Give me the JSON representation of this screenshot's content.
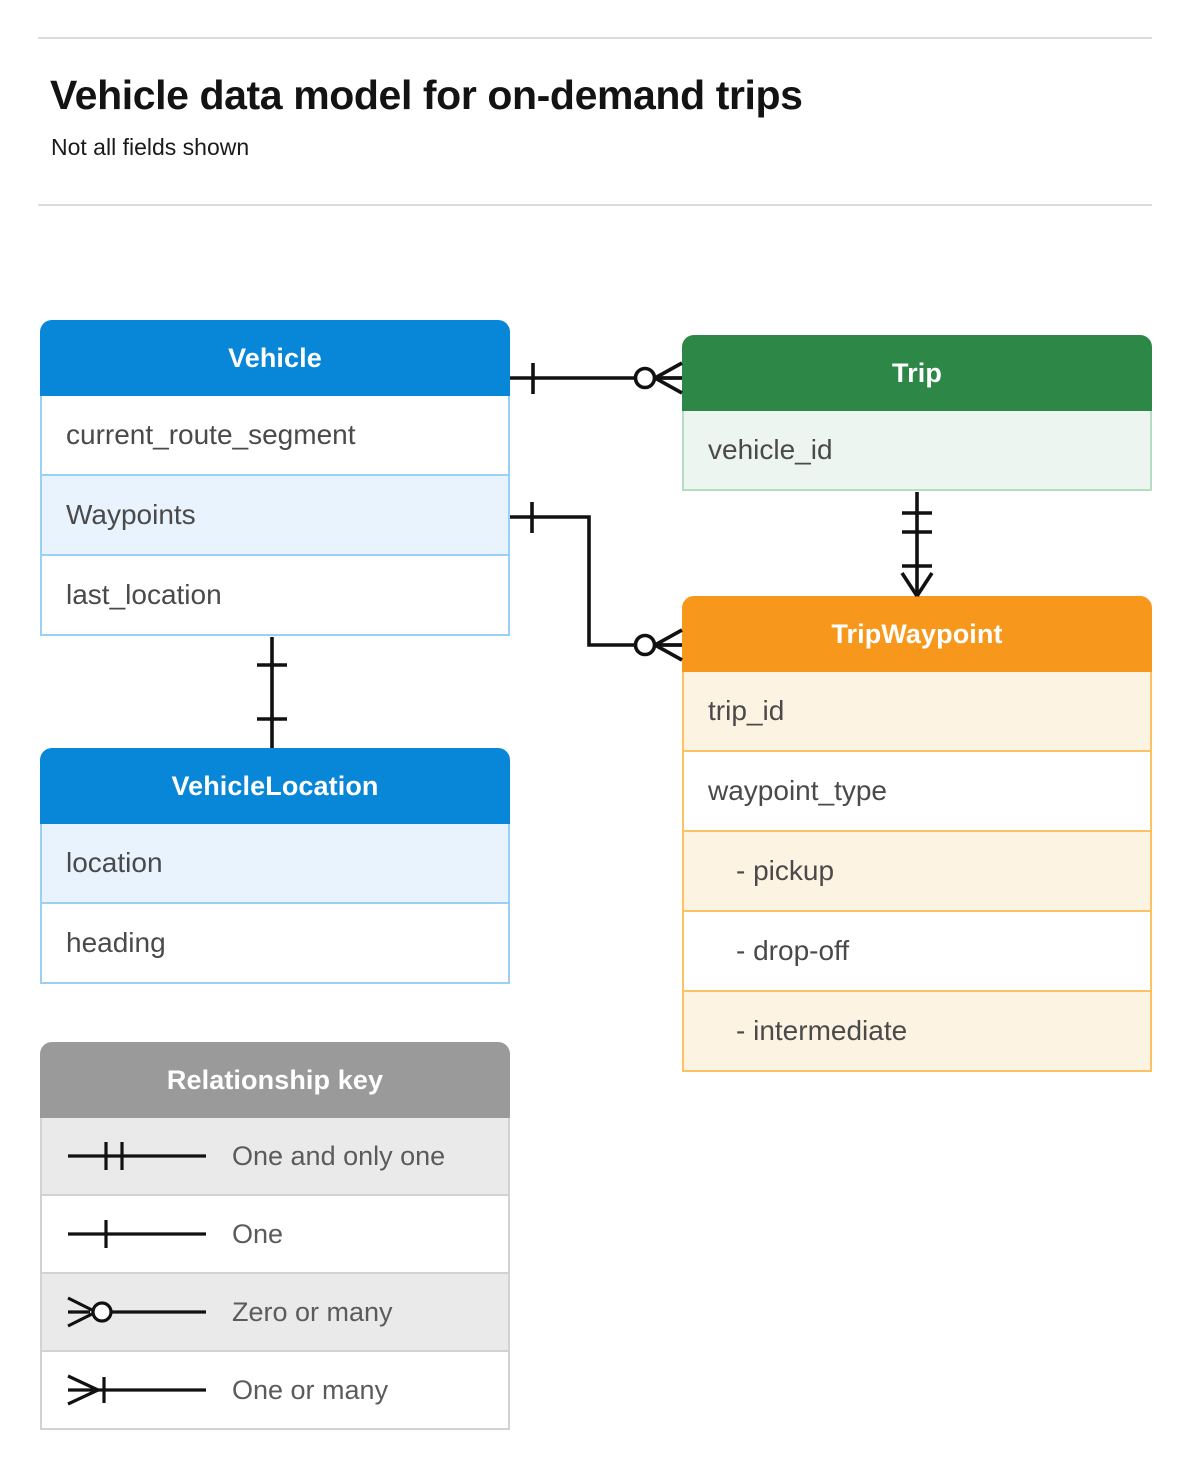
{
  "header": {
    "title": "Vehicle data model for on-demand trips",
    "subtitle": "Not all fields shown"
  },
  "entities": [
    {
      "id": "vehicle",
      "name": "Vehicle",
      "color": "#0886d8",
      "fields": [
        {
          "label": "current_route_segment",
          "highlight": false
        },
        {
          "label": "Waypoints",
          "highlight": true
        },
        {
          "label": "last_location",
          "highlight": false
        }
      ]
    },
    {
      "id": "vehicle-location",
      "name": "VehicleLocation",
      "color": "#0886d8",
      "fields": [
        {
          "label": "location",
          "highlight": true
        },
        {
          "label": "heading",
          "highlight": false
        }
      ]
    },
    {
      "id": "trip",
      "name": "Trip",
      "color": "#2d8747",
      "fields": [
        {
          "label": "vehicle_id",
          "highlight": true
        }
      ]
    },
    {
      "id": "trip-waypoint",
      "name": "TripWaypoint",
      "color": "#f7981d",
      "fields": [
        {
          "label": "trip_id",
          "highlight": true,
          "sub": false
        },
        {
          "label": "waypoint_type",
          "highlight": false,
          "sub": false
        },
        {
          "label": "-  pickup",
          "highlight": true,
          "sub": true
        },
        {
          "label": "-  drop-off",
          "highlight": false,
          "sub": true
        },
        {
          "label": "-  intermediate",
          "highlight": true,
          "sub": true
        }
      ]
    }
  ],
  "legend": {
    "title": "Relationship key",
    "color": "#9a9a9a",
    "rows": [
      {
        "symbol": "one-and-only-one",
        "label": "One and only one",
        "highlight": true
      },
      {
        "symbol": "one",
        "label": "One",
        "highlight": false
      },
      {
        "symbol": "zero-or-many",
        "label": "Zero or many",
        "highlight": true
      },
      {
        "symbol": "one-or-many",
        "label": "One or many",
        "highlight": false
      }
    ]
  },
  "relationships": [
    {
      "id": "vehicle-to-trip",
      "from": "Vehicle",
      "to": "Trip",
      "from_cardinality": "One",
      "to_cardinality": "Zero or many"
    },
    {
      "id": "vehicle-waypoints-to-trip-waypoint",
      "from": "Vehicle.Waypoints",
      "to": "TripWaypoint",
      "from_cardinality": "One",
      "to_cardinality": "Zero or many"
    },
    {
      "id": "trip-to-trip-waypoint",
      "from": "Trip",
      "to": "TripWaypoint",
      "from_cardinality": "One and only one",
      "to_cardinality": "One or many"
    },
    {
      "id": "vehicle-to-vehicle-location",
      "from": "Vehicle",
      "to": "VehicleLocation",
      "from_cardinality": "One",
      "to_cardinality": "One"
    }
  ],
  "colors": {
    "line": "#111111",
    "rule": "#dcdcdc",
    "text": "#4a4a4a"
  }
}
